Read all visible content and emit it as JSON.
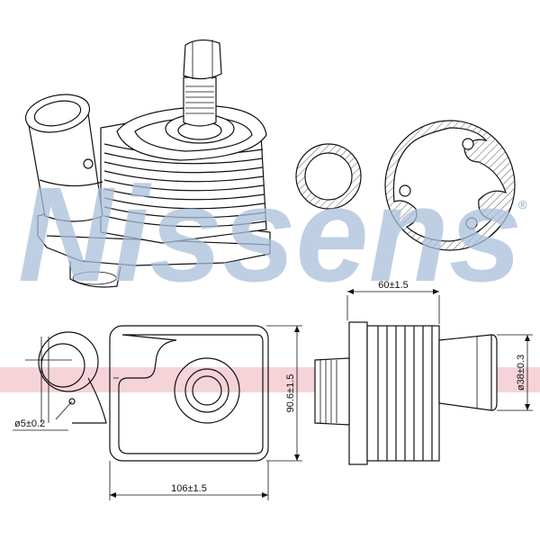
{
  "watermark": {
    "text": "Nissens",
    "registered_mark": "®",
    "color": "#a9bfd9"
  },
  "band_color": "#f2c4cc",
  "dimensions": {
    "width_top": "60±1.5",
    "height": "90.6±1.5",
    "width_bottom": "106±1.5",
    "diameter_pipe": "ø38±0.3",
    "diameter_small": "ø5±0.2"
  }
}
